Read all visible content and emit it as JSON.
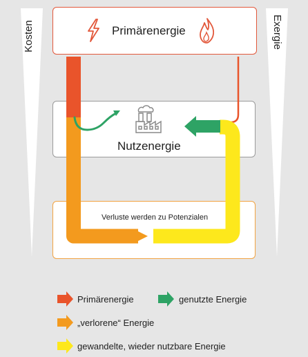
{
  "boxes": {
    "primary_label": "Primärenergie",
    "useful_label": "Nutzenergie",
    "losses_label": "Verluste werden zu Potenzialen"
  },
  "side_labels": {
    "left": "Kosten",
    "right": "Exergie"
  },
  "legend": {
    "primary": "Primärenergie",
    "used": "genutzte Energie",
    "lost": "„verlorene“ Energie",
    "transformed": "gewandelte, wieder nutzbare Energie"
  },
  "colors": {
    "primary": "#e9542b",
    "used": "#2ea365",
    "lost": "#f39a1e",
    "transformed": "#fde81c",
    "box_primary_border": "#e2573a",
    "box_losses_border": "#f2a341",
    "box_useful_border": "#9a9a9a",
    "wedge": "#ffffff",
    "background": "#e6e6e6"
  },
  "icons": {
    "primary_left": "lightning-icon",
    "primary_right": "flame-icon",
    "useful": "factory-icon"
  }
}
